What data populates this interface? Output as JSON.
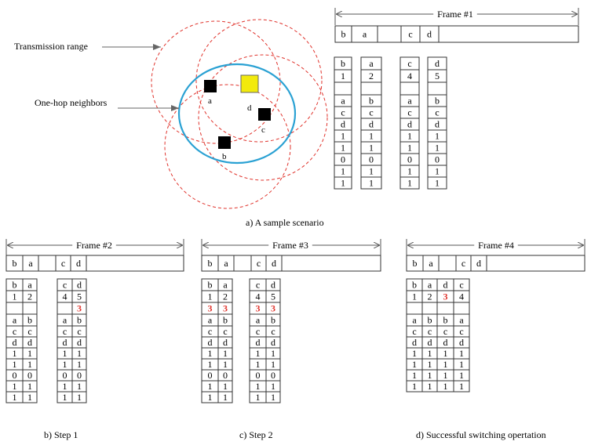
{
  "scenario": {
    "labels": {
      "transmission_range": "Transmission range",
      "one_hop_neighbors": "One-hop neighbors"
    },
    "nodes": [
      {
        "id": "a",
        "label": "a",
        "color": "#000000"
      },
      {
        "id": "b",
        "label": "b",
        "color": "#000000"
      },
      {
        "id": "c",
        "label": "c",
        "color": "#000000"
      },
      {
        "id": "d",
        "label": "d",
        "color": "#f2ea0c"
      }
    ],
    "colors": {
      "range": "#e0332c",
      "neighbors": "#2aa1d3",
      "highlight": "#e0332c"
    }
  },
  "panels": [
    {
      "id": "a",
      "frame_label": "Frame #1",
      "slots": [
        "b",
        "a",
        "",
        "c",
        "d"
      ],
      "columns": [
        [
          "b",
          "1",
          "",
          "a",
          "c",
          "d",
          "1",
          "1",
          "0",
          "1",
          "1"
        ],
        [
          "a",
          "2",
          "",
          "b",
          "c",
          "d",
          "1",
          "1",
          "0",
          "1",
          "1"
        ],
        [
          "c",
          "4",
          "",
          "a",
          "c",
          "d",
          "1",
          "1",
          "0",
          "1",
          "1"
        ],
        [
          "d",
          "5",
          "",
          "b",
          "c",
          "d",
          "1",
          "1",
          "0",
          "1",
          "1"
        ]
      ],
      "caption": "a) A sample scenario"
    },
    {
      "id": "b",
      "frame_label": "Frame #2",
      "slots": [
        "b",
        "a",
        "",
        "c",
        "d"
      ],
      "columns": [
        [
          "b",
          "1",
          "",
          "a",
          "c",
          "d",
          "1",
          "1",
          "0",
          "1",
          "1"
        ],
        [
          "a",
          "2",
          "",
          "b",
          "c",
          "d",
          "1",
          "1",
          "0",
          "1",
          "1"
        ],
        [
          "c",
          "4",
          "",
          "a",
          "c",
          "d",
          "1",
          "1",
          "0",
          "1",
          "1"
        ],
        [
          "d",
          "5",
          "3",
          "b",
          "c",
          "d",
          "1",
          "1",
          "0",
          "1",
          "1"
        ]
      ],
      "highlight_cells": [
        [
          3,
          2
        ]
      ],
      "caption": "b) Step 1"
    },
    {
      "id": "c",
      "frame_label": "Frame #3",
      "slots": [
        "b",
        "a",
        "",
        "c",
        "d"
      ],
      "columns": [
        [
          "b",
          "1",
          "3",
          "a",
          "c",
          "d",
          "1",
          "1",
          "0",
          "1",
          "1"
        ],
        [
          "a",
          "2",
          "3",
          "b",
          "c",
          "d",
          "1",
          "1",
          "0",
          "1",
          "1"
        ],
        [
          "c",
          "4",
          "3",
          "a",
          "c",
          "d",
          "1",
          "1",
          "0",
          "1",
          "1"
        ],
        [
          "d",
          "5",
          "3",
          "b",
          "c",
          "d",
          "1",
          "1",
          "0",
          "1",
          "1"
        ]
      ],
      "highlight_cells": [
        [
          0,
          2
        ],
        [
          1,
          2
        ],
        [
          2,
          2
        ],
        [
          3,
          2
        ]
      ],
      "caption": "c)  Step 2"
    },
    {
      "id": "d",
      "frame_label": "Frame #4",
      "slots": [
        "b",
        "a",
        "",
        "c",
        "d"
      ],
      "columns": [
        [
          "b",
          "1",
          "",
          "a",
          "c",
          "d",
          "1",
          "1",
          "1",
          "1"
        ],
        [
          "a",
          "2",
          "",
          "b",
          "c",
          "d",
          "1",
          "1",
          "1",
          "1"
        ],
        [
          "d",
          "3",
          "",
          "b",
          "c",
          "d",
          "1",
          "1",
          "1",
          "1"
        ],
        [
          "c",
          "4",
          "",
          "a",
          "c",
          "d",
          "1",
          "1",
          "1",
          "1"
        ]
      ],
      "highlight_cells": [
        [
          2,
          1
        ]
      ],
      "caption": "d) Successful switching opertation"
    }
  ]
}
